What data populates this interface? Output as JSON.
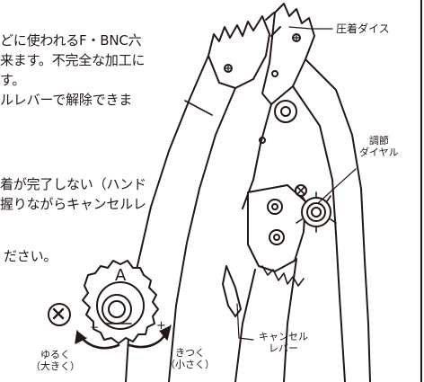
{
  "body_lines": [
    "どに使われるF・BNC六",
    "来ます。不完全な加工に",
    "す。",
    "ルレバーで解除できま",
    "着が完了しない（ハンド",
    "握りながらキャンセルレ",
    "ださい。"
  ],
  "callouts": {
    "crimp_die": "圧着ダイス",
    "adjust_dial": [
      "調節",
      "ダイヤル"
    ],
    "cancel_lever": [
      "キャンセル",
      "レバー"
    ],
    "loosen": [
      "ゆるく",
      "（大きく）"
    ],
    "tighten": [
      "きつく",
      "（小さく）"
    ]
  },
  "dial_marks": {
    "letter": "A",
    "minus": "−",
    "plus": "+"
  }
}
